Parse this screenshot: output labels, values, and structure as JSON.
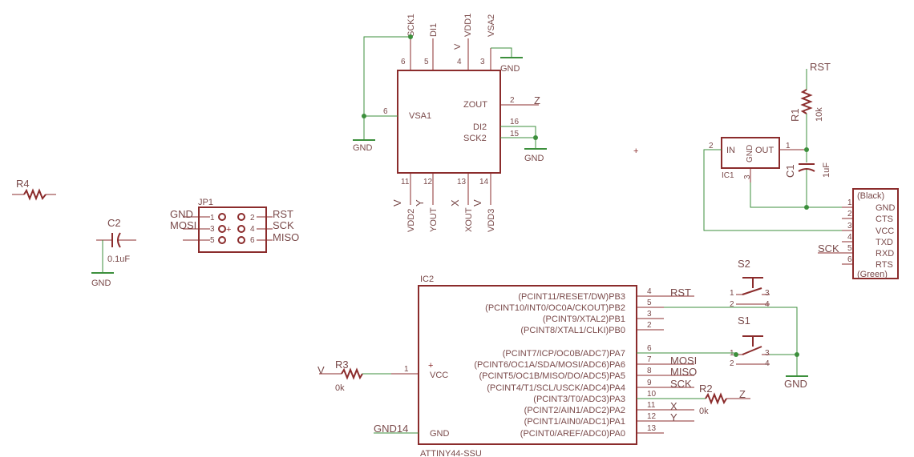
{
  "components": {
    "r4": {
      "name": "R4"
    },
    "c2": {
      "name": "C2",
      "value": "0.1uF",
      "gnd": "GND"
    },
    "jp1": {
      "name": "JP1",
      "pins": [
        "1",
        "2",
        "3",
        "4",
        "5",
        "6"
      ],
      "left": [
        "GND",
        "MOSI"
      ],
      "right": [
        "RST",
        "SCK",
        "MISO"
      ]
    },
    "accel": {
      "name": "VSA1",
      "top_pins": [
        {
          "net": "SCK1",
          "num": "6"
        },
        {
          "net": "DI1",
          "num": "5"
        },
        {
          "net": "VDD1",
          "num": "4"
        },
        {
          "net": "VSA2",
          "num": "3"
        }
      ],
      "left_pin": {
        "num": "6"
      },
      "right_labels": [
        "ZOUT",
        "DI2",
        "SCK2"
      ],
      "right_nums": [
        "2",
        "16",
        "15"
      ],
      "right_net": "Z",
      "bottom_pins": [
        {
          "net": "VDD2",
          "num": "11"
        },
        {
          "net": "YOUT",
          "num": "12"
        },
        {
          "net": "XOUT",
          "num": "13"
        },
        {
          "net": "VDD3",
          "num": "14"
        }
      ],
      "bottom_nets": [
        "V",
        "Y",
        "X",
        "V"
      ],
      "vdd1_net": "V",
      "gnd": [
        "GND",
        "GND",
        "GND"
      ]
    },
    "r1": {
      "name": "R1",
      "value": "10k",
      "net": "RST"
    },
    "ic1": {
      "name": "IC1",
      "in": "IN",
      "gnd": "GND",
      "out": "OUT",
      "pins": [
        "2",
        "3",
        "1"
      ]
    },
    "c1": {
      "name": "C1",
      "value": "1uF"
    },
    "ftdi": {
      "top": "(Black)",
      "bottom": "(Green)",
      "pins": [
        {
          "num": "1",
          "label": "GND"
        },
        {
          "num": "2",
          "label": "CTS"
        },
        {
          "num": "3",
          "label": "VCC"
        },
        {
          "num": "4",
          "label": "TXD"
        },
        {
          "num": "5",
          "label": "RXD"
        },
        {
          "num": "6",
          "label": "RTS"
        }
      ],
      "net": "SCK"
    },
    "s2": {
      "name": "S2",
      "pins": [
        "1",
        "3",
        "2",
        "4"
      ]
    },
    "s1": {
      "name": "S1",
      "pins": [
        "1",
        "3",
        "2",
        "4"
      ]
    },
    "gnd_right": "GND",
    "ic2": {
      "name": "IC2",
      "part": "ATTINY44-SSU",
      "vcc": "VCC",
      "gnd": "GND",
      "vcc_num": "1",
      "gnd_net": "GND14",
      "pins": [
        {
          "label": "(PCINT11/RESET/DW)PB3",
          "num": "4",
          "net": "RST"
        },
        {
          "label": "(PCINT10/INT0/OC0A/CKOUT)PB2",
          "num": "5",
          "net": ""
        },
        {
          "label": "(PCINT9/XTAL2)PB1",
          "num": "3",
          "net": ""
        },
        {
          "label": "(PCINT8/XTAL1/CLKI)PB0",
          "num": "2",
          "net": ""
        },
        {
          "label": "(PCINT7/ICP/OC0B/ADC7)PA7",
          "num": "6",
          "net": ""
        },
        {
          "label": "(PCINT6/OC1A/SDA/MOSI/ADC6)PA6",
          "num": "7",
          "net": "MOSI"
        },
        {
          "label": "(PCINT5/OC1B/MISO/DO/ADC5)PA5",
          "num": "8",
          "net": "MISO"
        },
        {
          "label": "(PCINT4/T1/SCL/USCK/ADC4)PA4",
          "num": "9",
          "net": "SCK"
        },
        {
          "label": "(PCINT3/T0/ADC3)PA3",
          "num": "10",
          "net": ""
        },
        {
          "label": "(PCINT2/AIN1/ADC2)PA2",
          "num": "11",
          "net": "X"
        },
        {
          "label": "(PCINT1/AIN0/ADC1)PA1",
          "num": "12",
          "net": "Y"
        },
        {
          "label": "(PCINT0/AREF/ADC0)PA0",
          "num": "13",
          "net": ""
        }
      ]
    },
    "r3": {
      "name": "R3",
      "value": "0k",
      "net": "V"
    },
    "r2": {
      "name": "R2",
      "value": "0k",
      "net": "Z"
    }
  }
}
